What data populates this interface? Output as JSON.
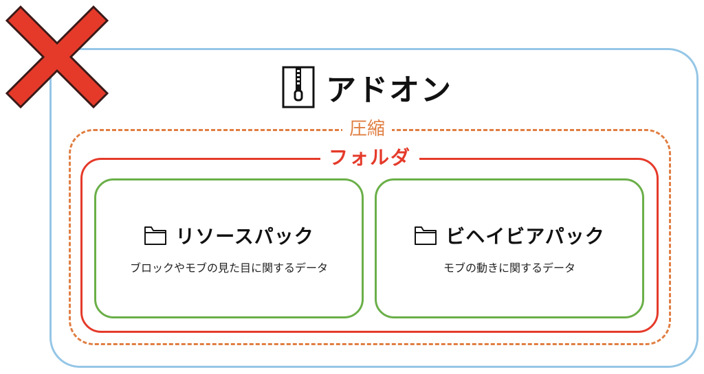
{
  "addon": {
    "title": "アドオン",
    "icon": "zip-archive-icon"
  },
  "compress": {
    "label": "圧縮"
  },
  "folder": {
    "label": "フォルダ"
  },
  "packs": [
    {
      "title": "リソースパック",
      "description": "ブロックやモブの見た目に関するデータ",
      "icon": "folder-icon"
    },
    {
      "title": "ビヘイビアパック",
      "description": "モブの動きに関するデータ",
      "icon": "folder-icon"
    }
  ],
  "mark": {
    "icon": "red-x-icon"
  },
  "colors": {
    "addon_border": "#95c6e6",
    "compress_border": "#e07e42",
    "folder_border": "#e53a2a",
    "pack_border": "#6aaf48",
    "x_fill": "#e53a2a"
  }
}
